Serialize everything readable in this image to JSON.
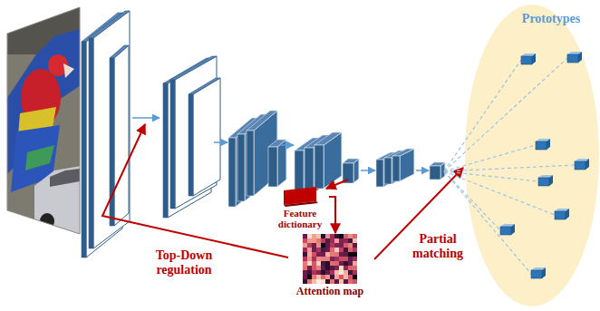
{
  "diagram": {
    "nodes": [
      {
        "text": [
          "Feature dictionary"
        ]
      },
      {
        "text": [
          "Attention map"
        ]
      },
      {
        "text": [
          "Prototypes"
        ]
      }
    ],
    "edges": [
      {
        "from": 0,
        "to": 1,
        "arrow": "to"
      },
      {
        "from": 1,
        "to": 2,
        "label": "Partial matching",
        "arrow": "to"
      }
    ],
    "labels": [
      "Top-Down regulation"
    ]
  }
}
